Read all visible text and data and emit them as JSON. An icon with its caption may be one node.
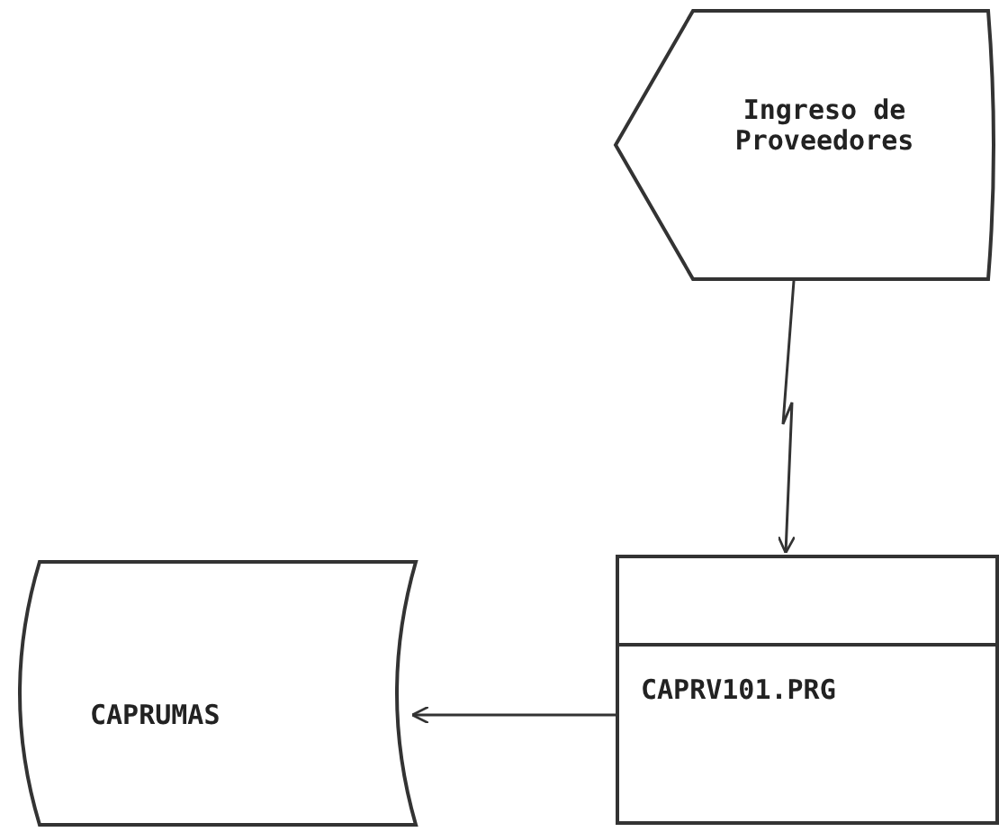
{
  "diagram": {
    "nodes": [
      {
        "text": [
          "Ingreso de Proveedores"
        ]
      },
      {
        "text": [
          "CAPRV101.PRG"
        ]
      },
      {
        "text": [
          "CAPRUMAS"
        ]
      }
    ],
    "edges": [
      {
        "from": 0,
        "to": 1,
        "arrow": "to"
      },
      {
        "from": 1,
        "to": 2,
        "arrow": "to"
      }
    ]
  }
}
